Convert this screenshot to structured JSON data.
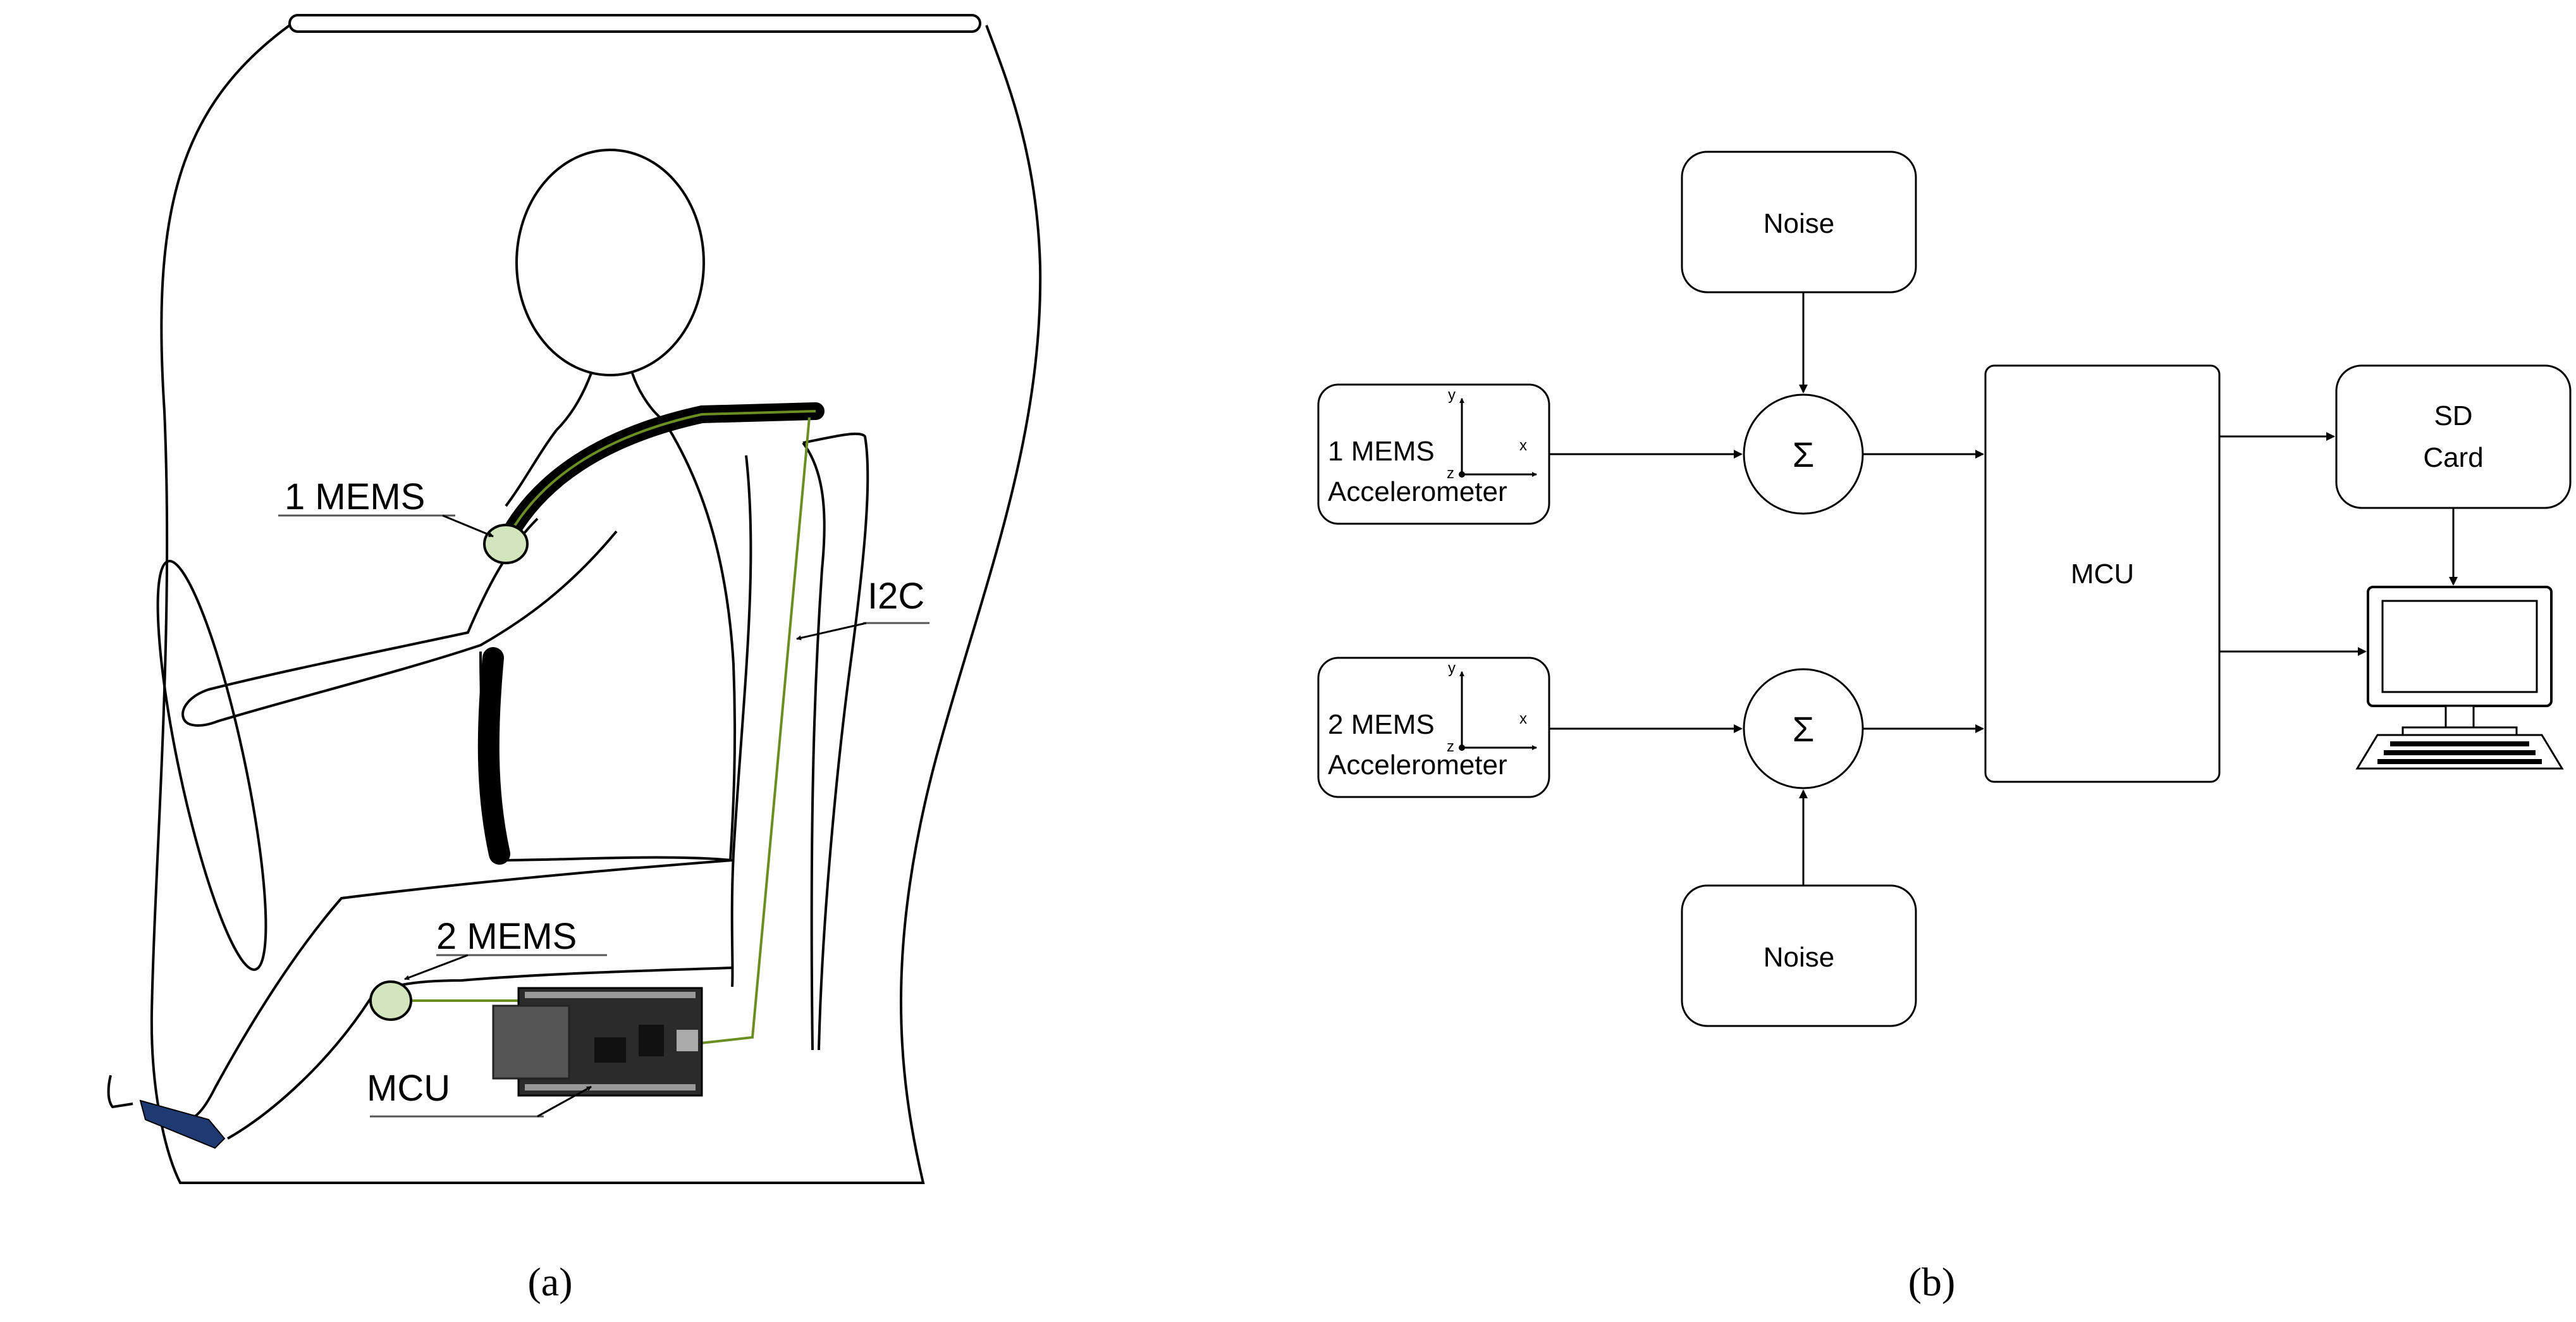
{
  "panel_a": {
    "caption": "(a)",
    "labels": {
      "mems1": "1 MEMS",
      "mems2": "2 MEMS",
      "i2c": "I2C",
      "mcu": "MCU"
    }
  },
  "panel_b": {
    "caption": "(b)",
    "blocks": {
      "noise_top": "Noise",
      "noise_bottom": "Noise",
      "mems1_line1": "1 MEMS",
      "mems1_line2": "Accelerometer",
      "mems2_line1": "2 MEMS",
      "mems2_line2": "Accelerometer",
      "sum_top": "Σ",
      "sum_bottom": "Σ",
      "mcu": "MCU",
      "sd_line1": "SD",
      "sd_line2": "Card"
    },
    "axis_labels": {
      "y": "y",
      "x": "x",
      "z": "z"
    }
  },
  "colors": {
    "sensor_fill": "#d3e5bc",
    "wire": "#6b8e23",
    "pedal": "#1f3a73",
    "line": "#000000"
  }
}
